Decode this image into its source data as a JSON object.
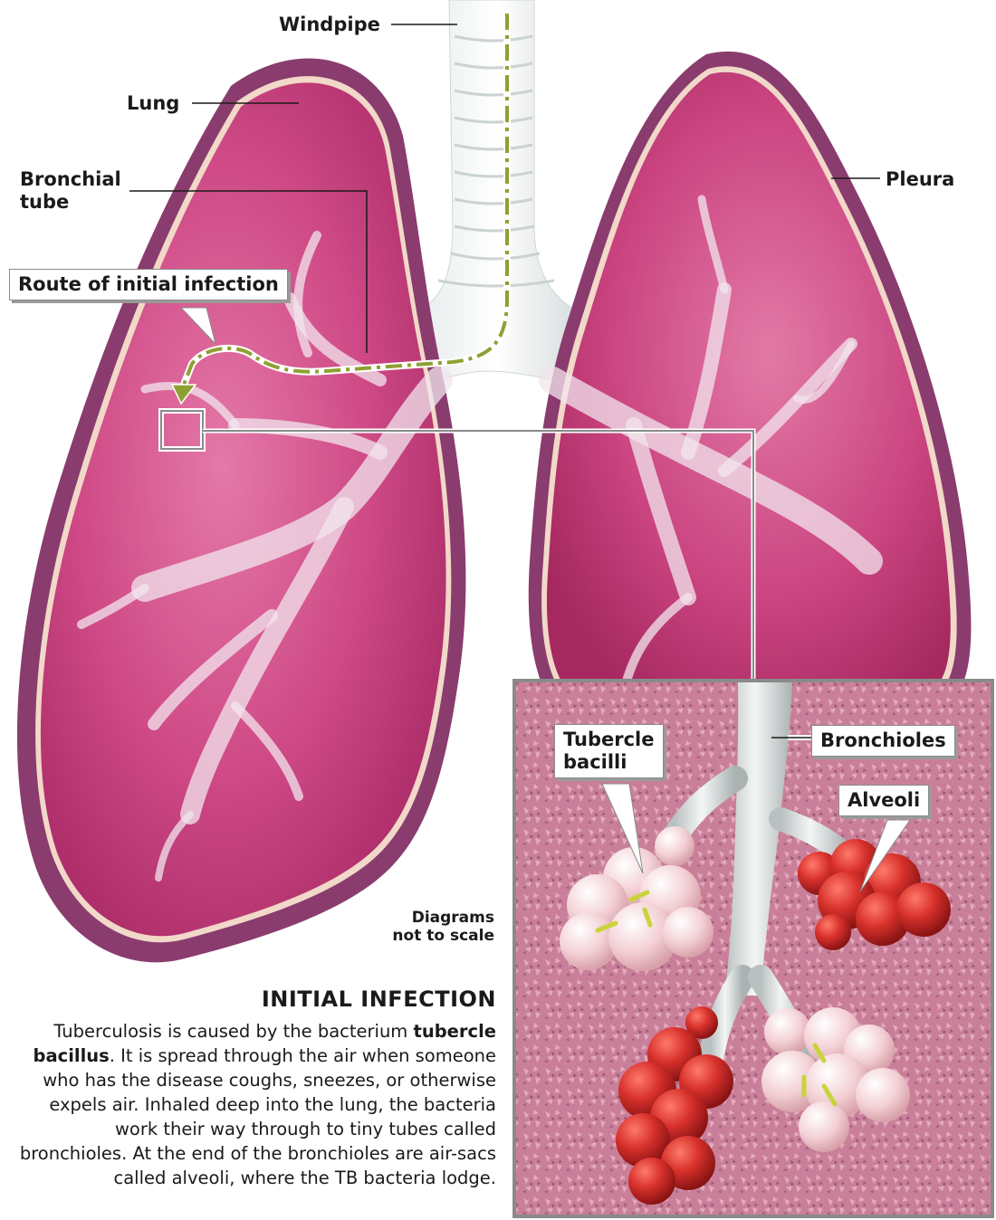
{
  "labels": {
    "windpipe": "Windpipe",
    "lung": "Lung",
    "bronchial_tube_line1": "Bronchial",
    "bronchial_tube_line2": "tube",
    "pleura": "Pleura",
    "route": "Route of initial infection",
    "tubercle_line1": "Tubercle",
    "tubercle_line2": "bacilli",
    "bronchioles": "Bronchioles",
    "alveoli": "Alveoli",
    "scale_line1": "Diagrams",
    "scale_line2": "not to scale"
  },
  "caption": {
    "heading": "INITIAL INFECTION",
    "intro": "Tuberculosis is caused by the bacterium",
    "bold_term": "tubercle bacillus",
    "rest": ". It is spread through the air when someone who has the disease coughs, sneezes, or otherwise expels air. Inhaled deep into the lung, the bacteria work their way through to tiny tubes called bronchioles. At the end of the bronchioles are air-sacs called alveoli, where the TB bacteria lodge."
  },
  "colors": {
    "lung": "#c93a78",
    "pleura": "#8a3c6e",
    "route_line": "#8fa032",
    "alveoli_healthy": "#f3c9cf",
    "alveoli_infected": "#d8312c",
    "bacilli": "#c9d43a"
  }
}
